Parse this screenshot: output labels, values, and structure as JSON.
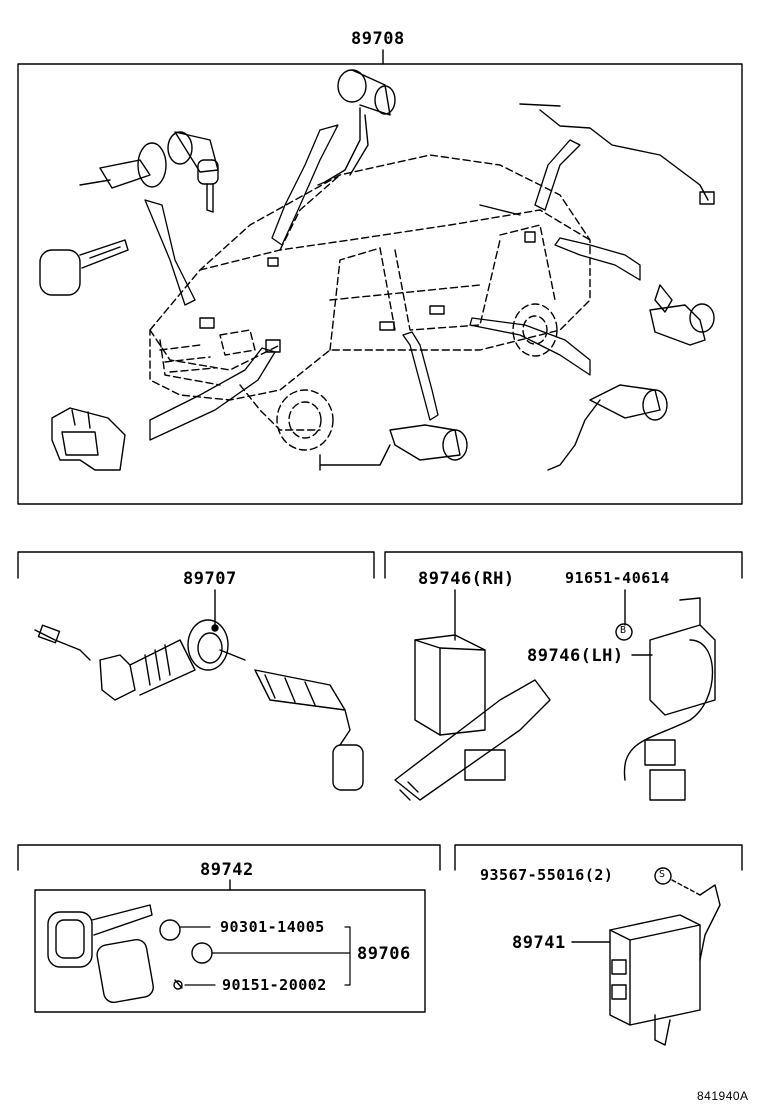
{
  "labels": {
    "main_assembly": "89708",
    "cylinder_assy": "89707",
    "ecu_rh": "89746(RH)",
    "ecu_lh": "89746(LH)",
    "bolt": "91651-40614",
    "bolt_symbol": "B",
    "key_set": "89742",
    "battery": "90301-14005",
    "transmitter": "89706",
    "screw": "90151-20002",
    "nut": "93567-55016(2)",
    "nut_symbol": "S",
    "receiver": "89741",
    "illustration_id": "841940A"
  }
}
